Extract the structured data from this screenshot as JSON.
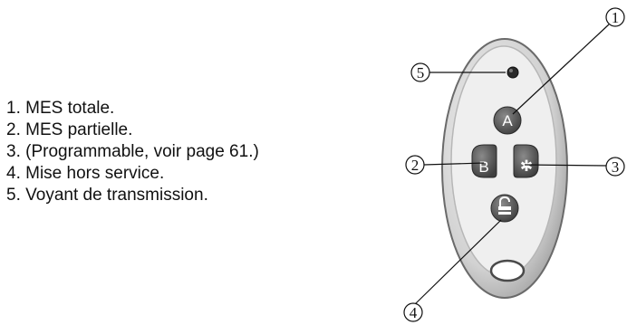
{
  "legend": {
    "items": [
      "1. MES totale.",
      "2. MES partielle.",
      "3. (Programmable, voir page 61.)",
      "4. Mise hors service.",
      "5. Voyant de transmission."
    ]
  },
  "remote": {
    "buttons": {
      "a": "A",
      "b": "B",
      "star": "✱"
    }
  },
  "callouts": [
    "1",
    "2",
    "3",
    "4",
    "5"
  ],
  "colors": {
    "shell": "#cfcfcf",
    "face": "#efefef",
    "button": "#5b5b5b",
    "line": "#111111"
  }
}
